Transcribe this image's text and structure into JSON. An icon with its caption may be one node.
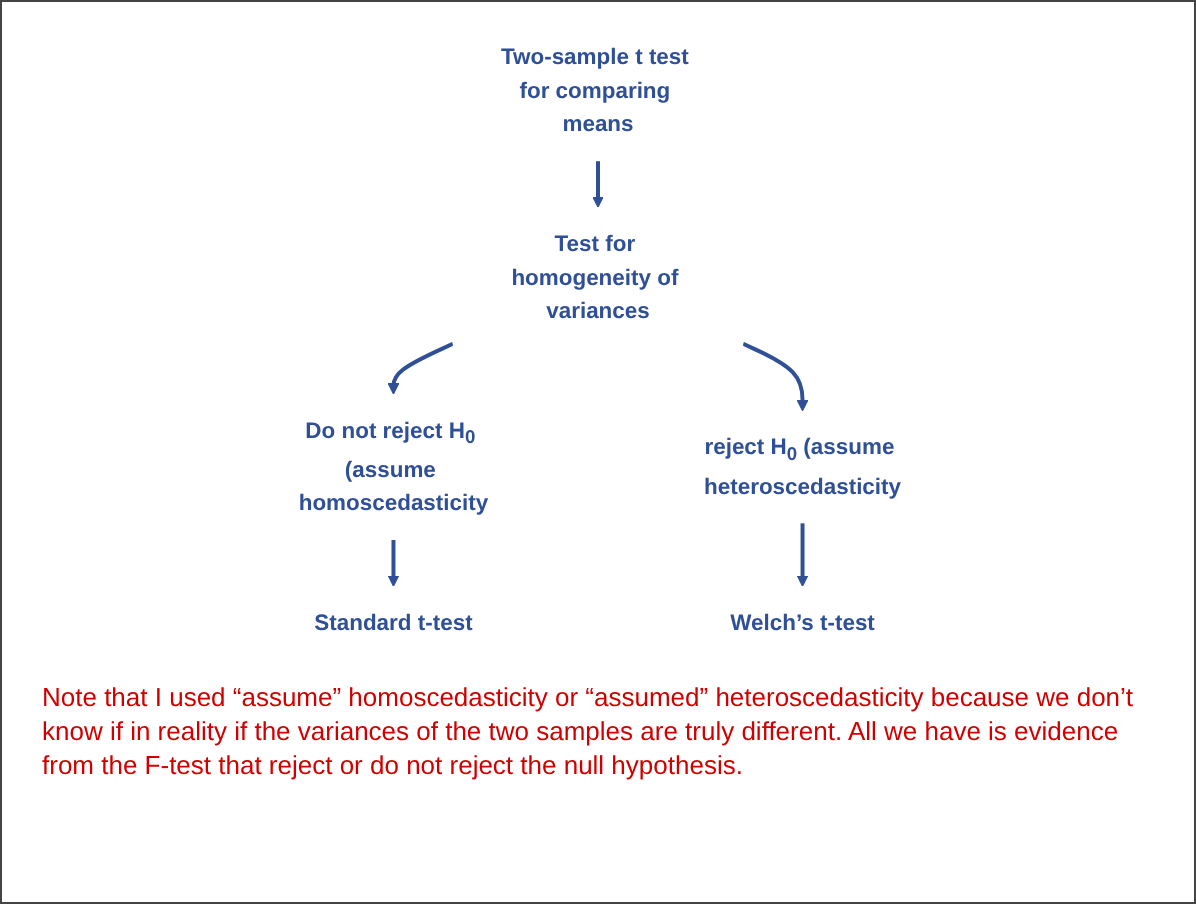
{
  "diagram": {
    "nodes": [
      {
        "text": [
          "Two-sample t test for comparing means"
        ]
      },
      {
        "text": [
          "Test for homogeneity of variances"
        ]
      },
      {
        "text": [
          "Do not reject H$_{0}$ (assume homoscedasticity"
        ]
      },
      {
        "text": [
          "reject H$_{0}$ (assume heteroscedasticity"
        ]
      },
      {
        "text": [
          "Standard t-test"
        ]
      },
      {
        "text": [
          "Welch’s t-test"
        ]
      }
    ],
    "edges": [
      {
        "from": 0,
        "to": 1,
        "arrow": "to"
      },
      {
        "from": 1,
        "to": 2,
        "arrow": "to"
      },
      {
        "from": 1,
        "to": 3,
        "arrow": "to"
      },
      {
        "from": 2,
        "to": 4,
        "arrow": "to"
      },
      {
        "from": 3,
        "to": 5,
        "arrow": "to"
      }
    ],
    "labels": [
      "Note that I used “assume” homoscedasticity or “assumed” heteroscedasticity because we don’t know if in reality if the variances of the two samples are truly different.  All we have is evidence from the F-test that reject or do not reject the null hypothesis."
    ]
  }
}
